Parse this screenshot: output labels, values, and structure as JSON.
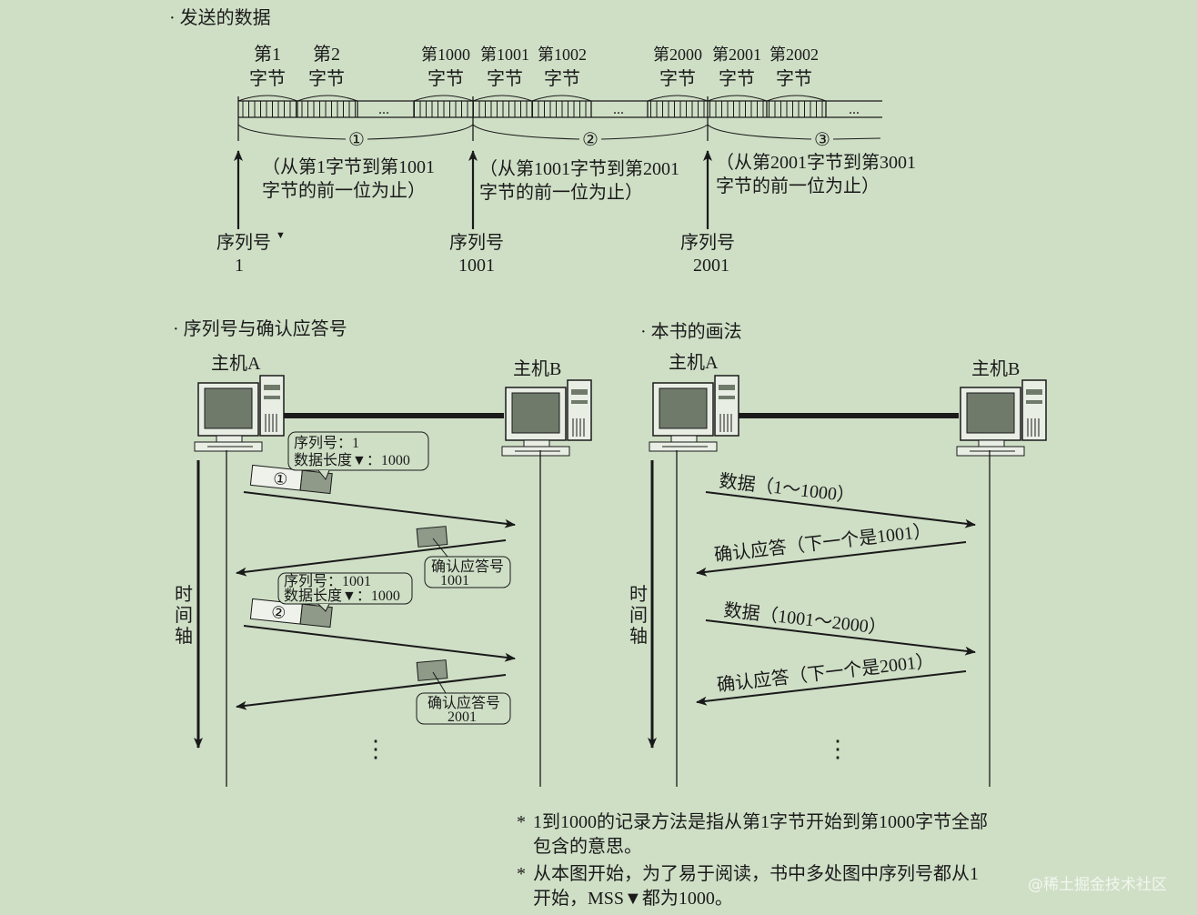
{
  "top": {
    "title": "· 发送的数据",
    "bytes": [
      {
        "l1": "第1",
        "l2": "字节"
      },
      {
        "l1": "第2",
        "l2": "字节"
      },
      {
        "l1": "第1000",
        "l2": "字节"
      },
      {
        "l1": "第1001",
        "l2": "字节"
      },
      {
        "l1": "第1002",
        "l2": "字节"
      },
      {
        "l1": "第2000",
        "l2": "字节"
      },
      {
        "l1": "第2001",
        "l2": "字节"
      },
      {
        "l1": "第2002",
        "l2": "字节"
      }
    ],
    "ellipsis": "...",
    "segments": [
      {
        "num": "①",
        "l1": "（从第1字节到第1001",
        "l2": "字节的前一位为止）"
      },
      {
        "num": "②",
        "l1": "（从第1001字节到第2001",
        "l2": "字节的前一位为止）"
      },
      {
        "num": "③",
        "l1": "（从第2001字节到第3001",
        "l2": "字节的前一位为止）"
      }
    ],
    "seq_label": "序列号",
    "seq_mark": "▼",
    "seq_values": [
      "1",
      "1001",
      "2001"
    ]
  },
  "left": {
    "title": "· 序列号与确认应答号",
    "host_a": "主机A",
    "host_b": "主机B",
    "time_axis": [
      "时",
      "间",
      "轴"
    ],
    "packets": [
      {
        "num": "①",
        "seq_line": "序列号：1",
        "len_line": "数据长度▼：1000",
        "ack_label": "确认应答号",
        "ack_value": "1001"
      },
      {
        "num": "②",
        "seq_line": "序列号：1001",
        "len_line": "数据长度▼：1000",
        "ack_label": "确认应答号",
        "ack_value": "2001"
      }
    ],
    "more": "⋮"
  },
  "right": {
    "title": "· 本书的画法",
    "host_a": "主机A",
    "host_b": "主机B",
    "time_axis": [
      "时",
      "间",
      "轴"
    ],
    "messages": [
      "数据（1～1000）",
      "确认应答（下一个是1001）",
      "数据（1001～2000）",
      "确认应答（下一个是2001）"
    ],
    "more": "⋮"
  },
  "notes": [
    {
      "star": "*",
      "text": "1到1000的记录方法是指从第1字节开始到第1000字节全部包含的意思。"
    },
    {
      "star": "*",
      "text": "从本图开始，为了易于阅读，书中多处图中序列号都从1开始，MSS▼都为1000。"
    }
  ],
  "watermark": "@稀土掘金技术社区",
  "colors": {
    "background": "#cfdfc6",
    "ink": "#1a1a1a",
    "gray_fill": "#8f9a88"
  }
}
